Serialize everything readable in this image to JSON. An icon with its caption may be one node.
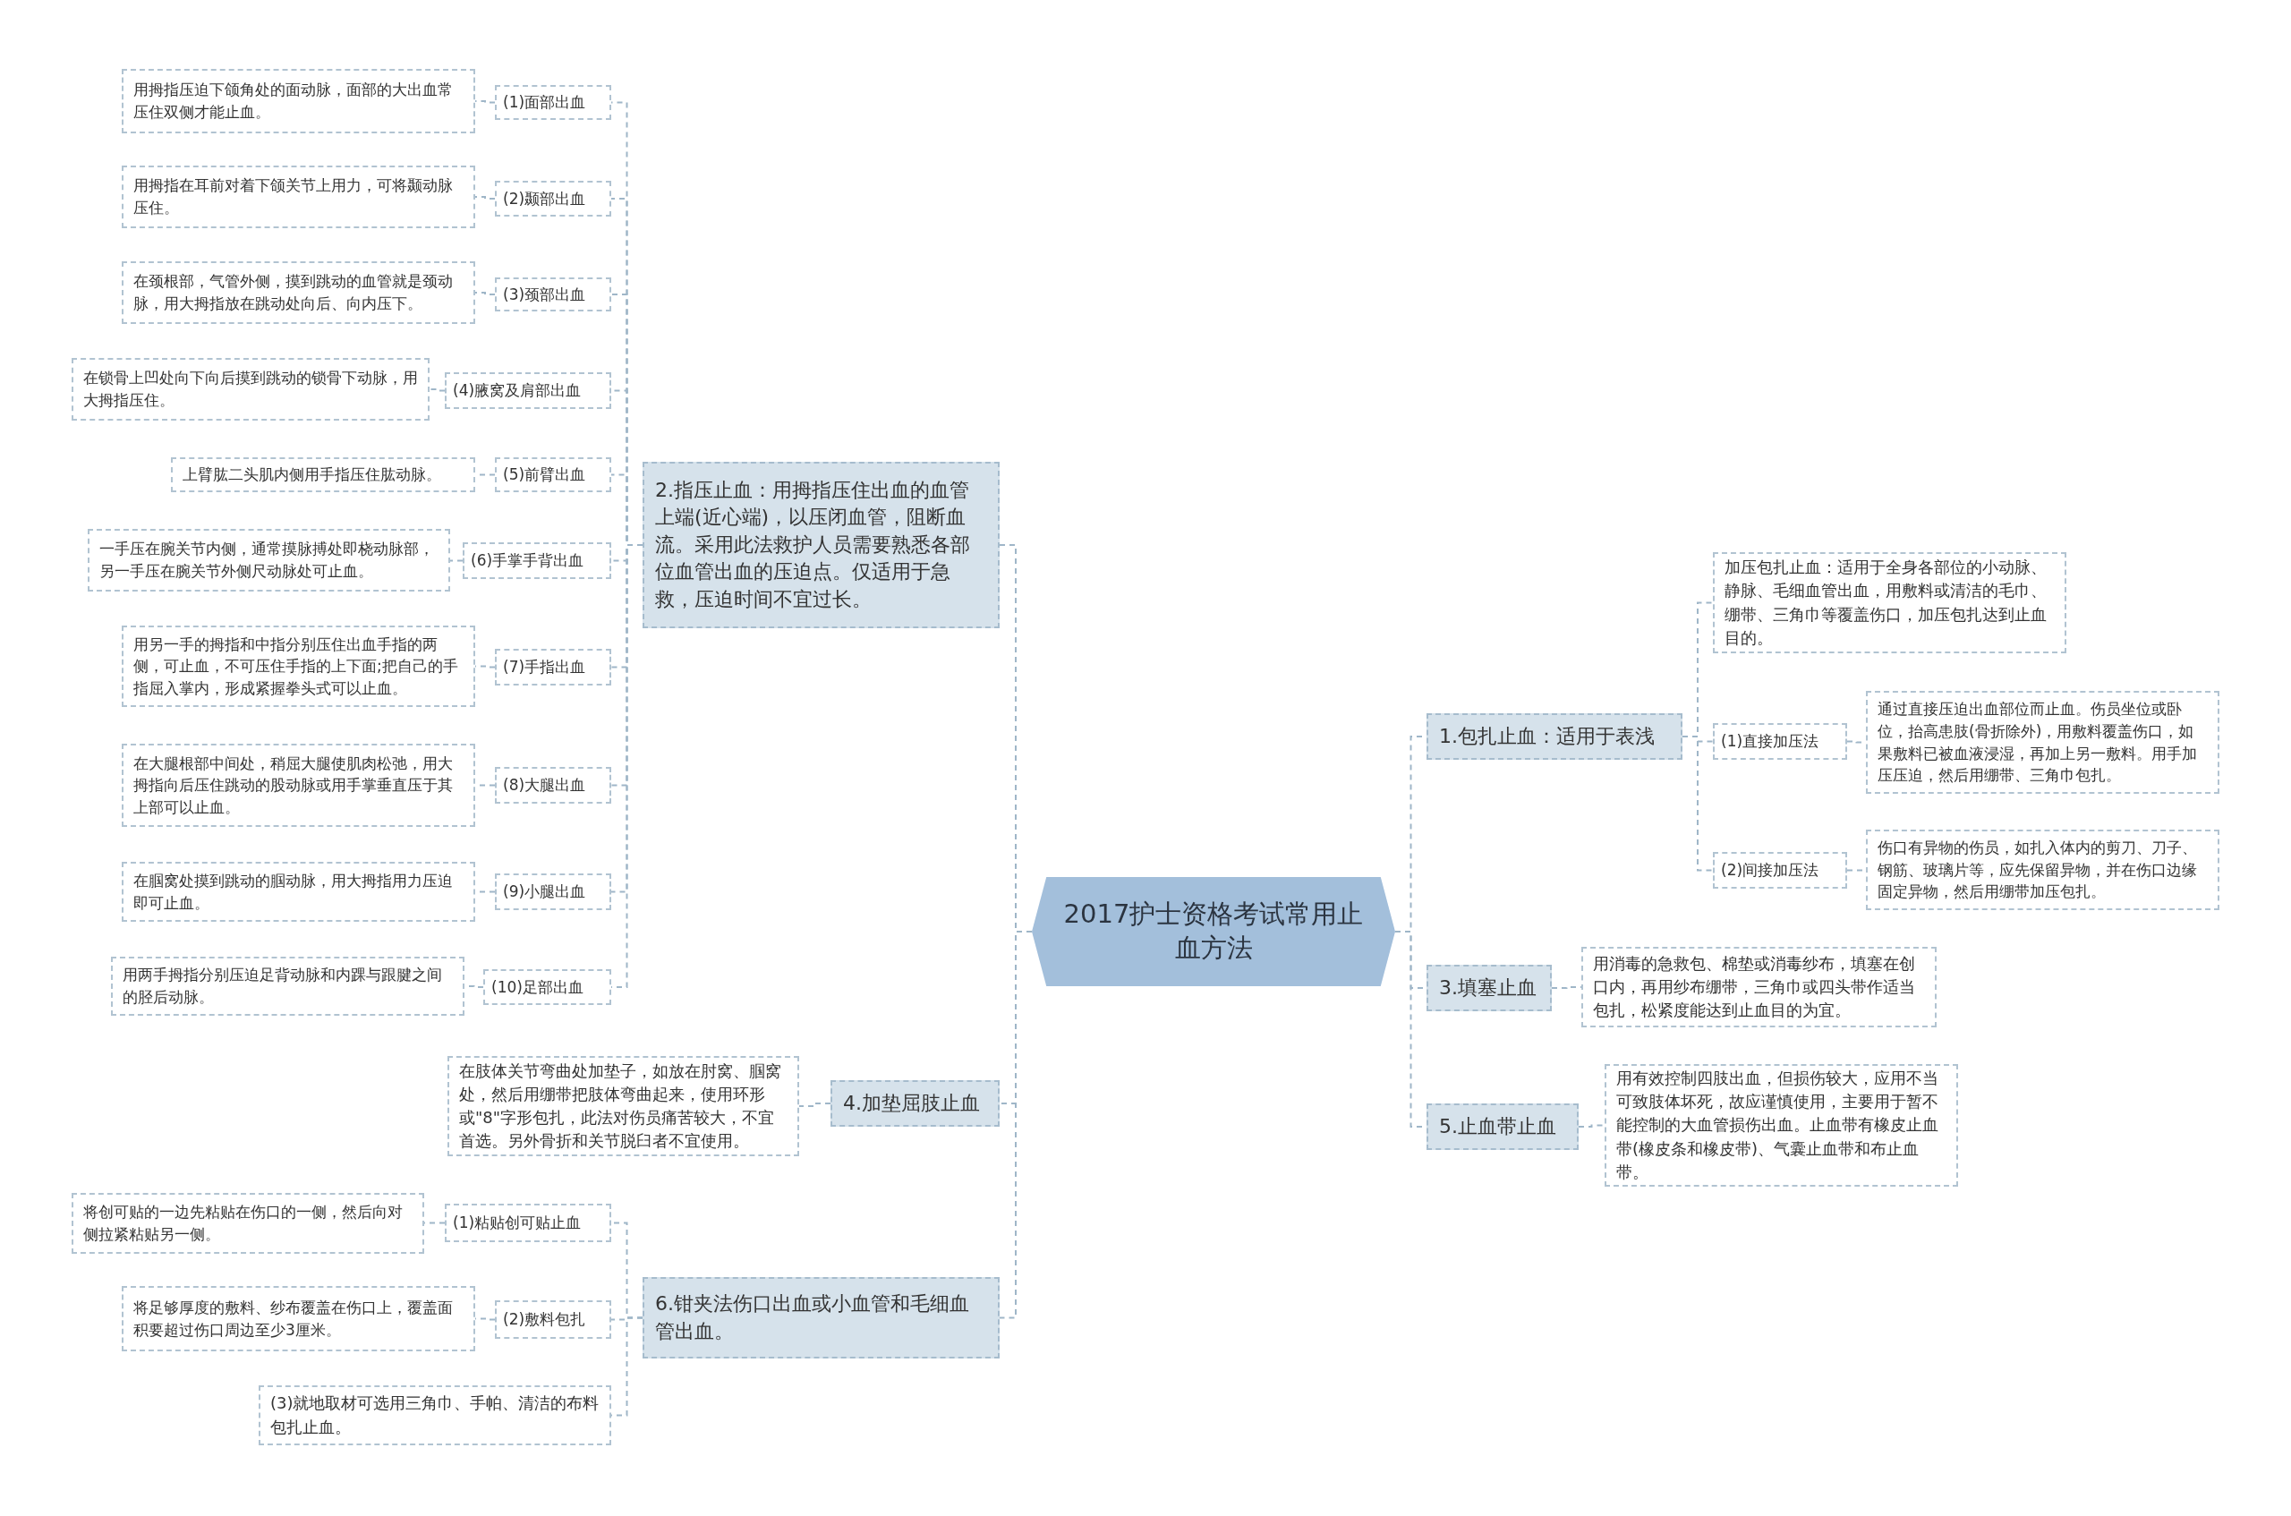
{
  "diagram": {
    "nodes": [
      {
        "text": [
          "2017护士资格考试常用止血方法"
        ]
      },
      {
        "text": [
          "2.指压止血：用拇指压住出血的血管上端(近心端)，以压闭血管，阻断血流。采用此法救护人员需要熟悉各部位血管出血的压迫点。仅适用于急救，压迫时间不宜过长。"
        ]
      },
      {
        "text": [
          "(1)面部出血"
        ]
      },
      {
        "text": [
          "用拇指压迫下颌角处的面动脉，面部的大出血常压住双侧才能止血。"
        ]
      },
      {
        "text": [
          "(2)颞部出血"
        ]
      },
      {
        "text": [
          "用拇指在耳前对着下颌关节上用力，可将颞动脉压住。"
        ]
      },
      {
        "text": [
          "(3)颈部出血"
        ]
      },
      {
        "text": [
          "在颈根部，气管外侧，摸到跳动的血管就是颈动脉，用大拇指放在跳动处向后、向内压下。"
        ]
      },
      {
        "text": [
          "(4)腋窝及肩部出血"
        ]
      },
      {
        "text": [
          "在锁骨上凹处向下向后摸到跳动的锁骨下动脉，用大拇指压住。"
        ]
      },
      {
        "text": [
          "(5)前臂出血"
        ]
      },
      {
        "text": [
          "上臂肱二头肌内侧用手指压住肱动脉。"
        ]
      },
      {
        "text": [
          "(6)手掌手背出血"
        ]
      },
      {
        "text": [
          "一手压在腕关节内侧，通常摸脉搏处即桡动脉部，另一手压在腕关节外侧尺动脉处可止血。"
        ]
      },
      {
        "text": [
          "(7)手指出血"
        ]
      },
      {
        "text": [
          "用另一手的拇指和中指分别压住出血手指的两侧，可止血，不可压住手指的上下面;把自己的手指屈入掌内，形成紧握拳头式可以止血。"
        ]
      },
      {
        "text": [
          "(8)大腿出血"
        ]
      },
      {
        "text": [
          "在大腿根部中间处，稍屈大腿使肌肉松弛，用大拇指向后压住跳动的股动脉或用手掌垂直压于其上部可以止血。"
        ]
      },
      {
        "text": [
          "(9)小腿出血"
        ]
      },
      {
        "text": [
          "在腘窝处摸到跳动的腘动脉，用大拇指用力压迫即可止血。"
        ]
      },
      {
        "text": [
          "(10)足部出血"
        ]
      },
      {
        "text": [
          "用两手拇指分别压迫足背动脉和内踝与跟腱之间的胫后动脉。"
        ]
      },
      {
        "text": [
          "4.加垫屈肢止血"
        ]
      },
      {
        "text": [
          "在肢体关节弯曲处加垫子，如放在肘窝、腘窝处，然后用绷带把肢体弯曲起来，使用环形或\"8\"字形包扎，此法对伤员痛苦较大，不宜首选。另外骨折和关节脱臼者不宜使用。"
        ]
      },
      {
        "text": [
          "6.钳夹法伤口出血或小血管和毛细血管出血。"
        ]
      },
      {
        "text": [
          "(1)粘贴创可贴止血"
        ]
      },
      {
        "text": [
          "将创可贴的一边先粘贴在伤口的一侧，然后向对侧拉紧粘贴另一侧。"
        ]
      },
      {
        "text": [
          "(2)敷料包扎"
        ]
      },
      {
        "text": [
          "将足够厚度的敷料、纱布覆盖在伤口上，覆盖面积要超过伤口周边至少3厘米。"
        ]
      },
      {
        "text": [
          "(3)就地取材可选用三角巾、手帕、清洁的布料包扎止血。"
        ]
      },
      {
        "text": [
          "1.包扎止血：适用于表浅"
        ]
      },
      {
        "text": [
          "加压包扎止血：适用于全身各部位的小动脉、静脉、毛细血管出血，用敷料或清洁的毛巾、绷带、三角巾等覆盖伤口，加压包扎达到止血目的。"
        ]
      },
      {
        "text": [
          "(1)直接加压法"
        ]
      },
      {
        "text": [
          "通过直接压迫出血部位而止血。伤员坐位或卧位，抬高患肢(骨折除外)，用敷料覆盖伤口，如果敷料已被血液浸湿，再加上另一敷料。用手加压压迫，然后用绷带、三角巾包扎。"
        ]
      },
      {
        "text": [
          "(2)间接加压法"
        ]
      },
      {
        "text": [
          "伤口有异物的伤员，如扎入体内的剪刀、刀子、钢筋、玻璃片等，应先保留异物，并在伤口边缘固定异物，然后用绷带加压包扎。"
        ]
      },
      {
        "text": [
          "3.填塞止血"
        ]
      },
      {
        "text": [
          "用消毒的急救包、棉垫或消毒纱布，填塞在创口内，再用纱布绷带，三角巾或四头带作适当包扎，松紧度能达到止血目的为宜。"
        ]
      },
      {
        "text": [
          "5.止血带止血"
        ]
      },
      {
        "text": [
          "用有效控制四肢出血，但损伤较大，应用不当可致肢体坏死，故应谨慎使用，主要用于暂不能控制的大血管损伤出血。止血带有橡皮止血带(橡皮条和橡皮带)、气囊止血带和布止血带。"
        ]
      }
    ],
    "edges": [
      {
        "from": 0,
        "to": 1,
        "arrow": "none"
      },
      {
        "from": 1,
        "to": 2,
        "arrow": "none"
      },
      {
        "from": 2,
        "to": 3,
        "arrow": "none"
      },
      {
        "from": 1,
        "to": 4,
        "arrow": "none"
      },
      {
        "from": 4,
        "to": 5,
        "arrow": "none"
      },
      {
        "from": 1,
        "to": 6,
        "arrow": "none"
      },
      {
        "from": 6,
        "to": 7,
        "arrow": "none"
      },
      {
        "from": 1,
        "to": 8,
        "arrow": "none"
      },
      {
        "from": 8,
        "to": 9,
        "arrow": "none"
      },
      {
        "from": 1,
        "to": 10,
        "arrow": "none"
      },
      {
        "from": 10,
        "to": 11,
        "arrow": "none"
      },
      {
        "from": 1,
        "to": 12,
        "arrow": "none"
      },
      {
        "from": 12,
        "to": 13,
        "arrow": "none"
      },
      {
        "from": 1,
        "to": 14,
        "arrow": "none"
      },
      {
        "from": 14,
        "to": 15,
        "arrow": "none"
      },
      {
        "from": 1,
        "to": 16,
        "arrow": "none"
      },
      {
        "from": 16,
        "to": 17,
        "arrow": "none"
      },
      {
        "from": 1,
        "to": 18,
        "arrow": "none"
      },
      {
        "from": 18,
        "to": 19,
        "arrow": "none"
      },
      {
        "from": 1,
        "to": 20,
        "arrow": "none"
      },
      {
        "from": 20,
        "to": 21,
        "arrow": "none"
      },
      {
        "from": 0,
        "to": 22,
        "arrow": "none"
      },
      {
        "from": 22,
        "to": 23,
        "arrow": "none"
      },
      {
        "from": 0,
        "to": 24,
        "arrow": "none"
      },
      {
        "from": 24,
        "to": 25,
        "arrow": "none"
      },
      {
        "from": 25,
        "to": 26,
        "arrow": "none"
      },
      {
        "from": 24,
        "to": 27,
        "arrow": "none"
      },
      {
        "from": 27,
        "to": 28,
        "arrow": "none"
      },
      {
        "from": 24,
        "to": 29,
        "arrow": "none"
      },
      {
        "from": 0,
        "to": 30,
        "arrow": "none"
      },
      {
        "from": 30,
        "to": 31,
        "arrow": "none"
      },
      {
        "from": 30,
        "to": 32,
        "arrow": "none"
      },
      {
        "from": 32,
        "to": 33,
        "arrow": "none"
      },
      {
        "from": 30,
        "to": 34,
        "arrow": "none"
      },
      {
        "from": 34,
        "to": 35,
        "arrow": "none"
      },
      {
        "from": 0,
        "to": 36,
        "arrow": "none"
      },
      {
        "from": 36,
        "to": 37,
        "arrow": "none"
      },
      {
        "from": 0,
        "to": 38,
        "arrow": "none"
      },
      {
        "from": 38,
        "to": 39,
        "arrow": "none"
      }
    ]
  }
}
